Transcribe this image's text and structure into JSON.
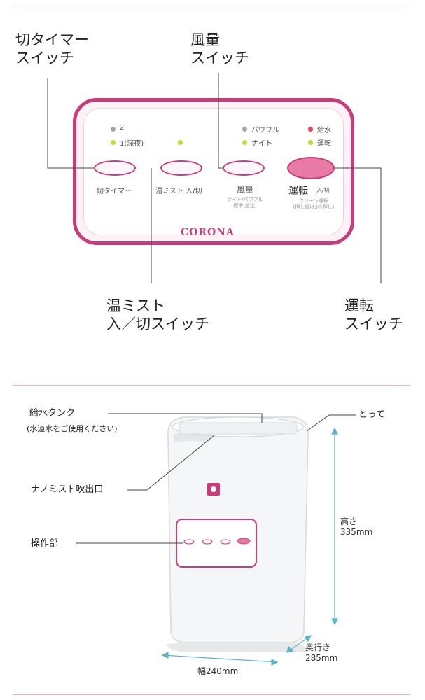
{
  "panel_callouts": {
    "timer": "切タイマー\nスイッチ",
    "fan": "風量\nスイッチ",
    "warm_mist": "温ミスト\n入／切スイッチ",
    "run": "運転\nスイッチ"
  },
  "control_panel": {
    "brand": "CORONA",
    "timer_indicators": [
      "2",
      "1(深夜)"
    ],
    "fan_indicators": [
      "パワフル",
      "ナイト"
    ],
    "status_indicators": [
      "給水",
      "運転"
    ],
    "buttons": {
      "timer": "切タイマー",
      "warm_mist": "温ミスト 入/切",
      "fan": "風量",
      "fan_sub": "ナイト/パワフル\n標準(設定)",
      "run": "運転",
      "run_suffix": "入/切",
      "run_sub": "クリーン運転\n(押し続け3秒押し)"
    }
  },
  "product_callouts": {
    "tank": "給水タンク",
    "tank_note": "(水道水をご使用ください)",
    "outlet": "ナノミスト吹出口",
    "controls": "操作部",
    "handle": "とって"
  },
  "dimensions": {
    "height": "高さ\n335mm",
    "width": "幅240mm",
    "depth": "奥行き\n285mm"
  },
  "colors": {
    "accent": "#c93c79",
    "indicator_green": "#c6d93a",
    "indicator_gray": "#9aa7b0",
    "indicator_red": "#e8445a",
    "dimension_line": "#5ab4c9"
  }
}
